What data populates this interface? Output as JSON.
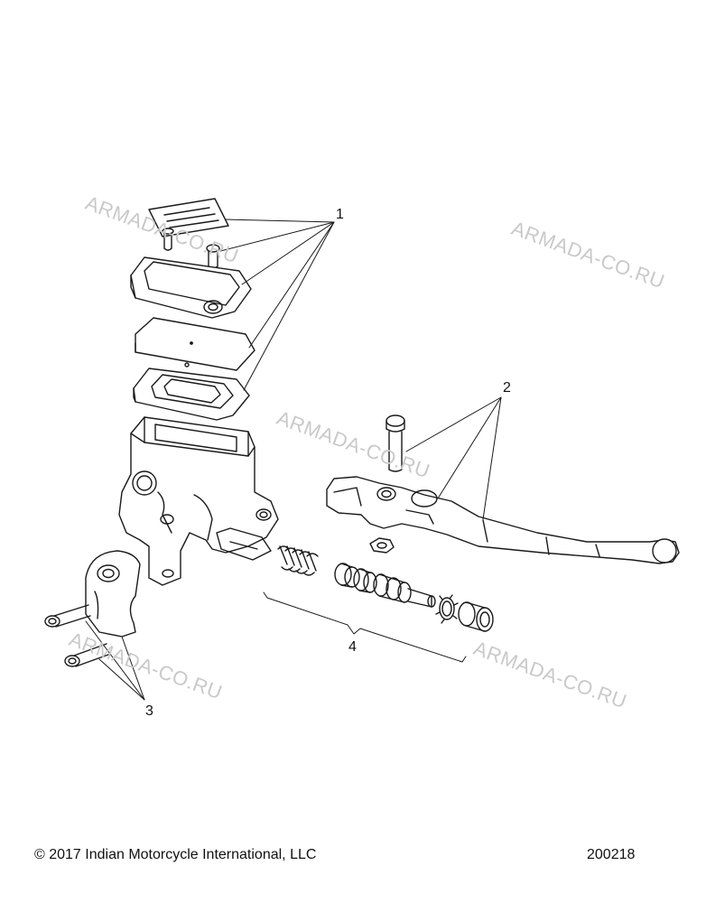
{
  "callouts": {
    "c1": "1",
    "c2": "2",
    "c3": "3",
    "c4": "4"
  },
  "watermarks": [
    "ARMADA-CO.RU",
    "ARMADA-CO.RU",
    "ARMADA-CO.RU",
    "ARMADA-CO.RU",
    "ARMADA-CO.RU"
  ],
  "footer": {
    "copyright": "© 2017 Indian Motorcycle International, LLC",
    "part_number": "200218"
  },
  "colors": {
    "line": "#1a1a1a",
    "watermark": "#c9c9c9",
    "background": "#ffffff"
  }
}
